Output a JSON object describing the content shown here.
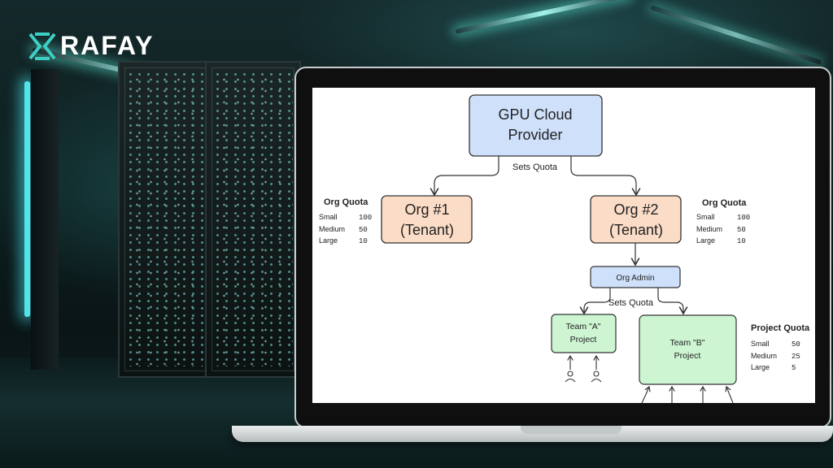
{
  "brand": {
    "name": "RAFAY",
    "logo_color": "#3ecfc4"
  },
  "colors": {
    "provider_fill": "#cfe0fb",
    "org_fill": "#fbdcc6",
    "team_fill": "#cdf5d2",
    "edge": "#333333"
  },
  "diagram": {
    "provider": {
      "line1": "GPU Cloud",
      "line2": "Provider"
    },
    "sets_quota_top": "Sets Quota",
    "org1": {
      "line1": "Org #1",
      "line2": "(Tenant)"
    },
    "org2": {
      "line1": "Org #2",
      "line2": "(Tenant)"
    },
    "org_admin": "Org Admin",
    "sets_quota_team": "Sets Quota",
    "team_a": {
      "line1": "Team \"A\"",
      "line2": "Project"
    },
    "team_b": {
      "line1": "Team \"B\"",
      "line2": "Project"
    },
    "org1_quota": {
      "title": "Org Quota",
      "rows": [
        {
          "size": "Small",
          "value": "100"
        },
        {
          "size": "Medium",
          "value": "50"
        },
        {
          "size": "Large",
          "value": "10"
        }
      ]
    },
    "org2_quota": {
      "title": "Org Quota",
      "rows": [
        {
          "size": "Small",
          "value": "100"
        },
        {
          "size": "Medium",
          "value": "50"
        },
        {
          "size": "Large",
          "value": "10"
        }
      ]
    },
    "project_quota": {
      "title": "Project Quota",
      "rows": [
        {
          "size": "Small",
          "value": "50"
        },
        {
          "size": "Medium",
          "value": "25"
        },
        {
          "size": "Large",
          "value": "5"
        }
      ]
    }
  }
}
